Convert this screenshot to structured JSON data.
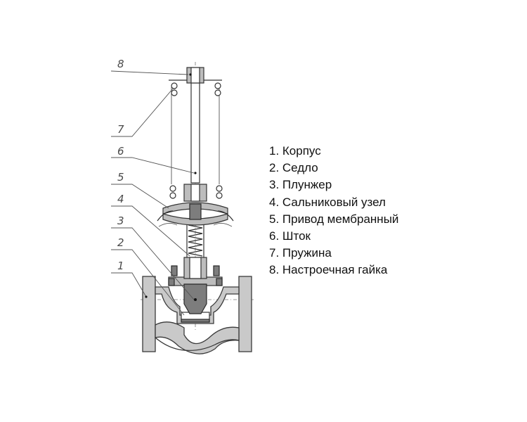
{
  "callouts": [
    "8",
    "7",
    "6",
    "5",
    "4",
    "3",
    "2",
    "1"
  ],
  "legend": [
    "1. Корпус",
    "2. Седло",
    "3. Плунжер",
    "4. Сальниковый узел",
    "5. Привод мембранный",
    "6. Шток",
    "7. Пружина",
    "8. Настроечная гайка"
  ],
  "colors": {
    "body": "#c9c9c9",
    "line": "#333333",
    "callout_text": "#4a4a4a",
    "legend_text": "#111111"
  }
}
